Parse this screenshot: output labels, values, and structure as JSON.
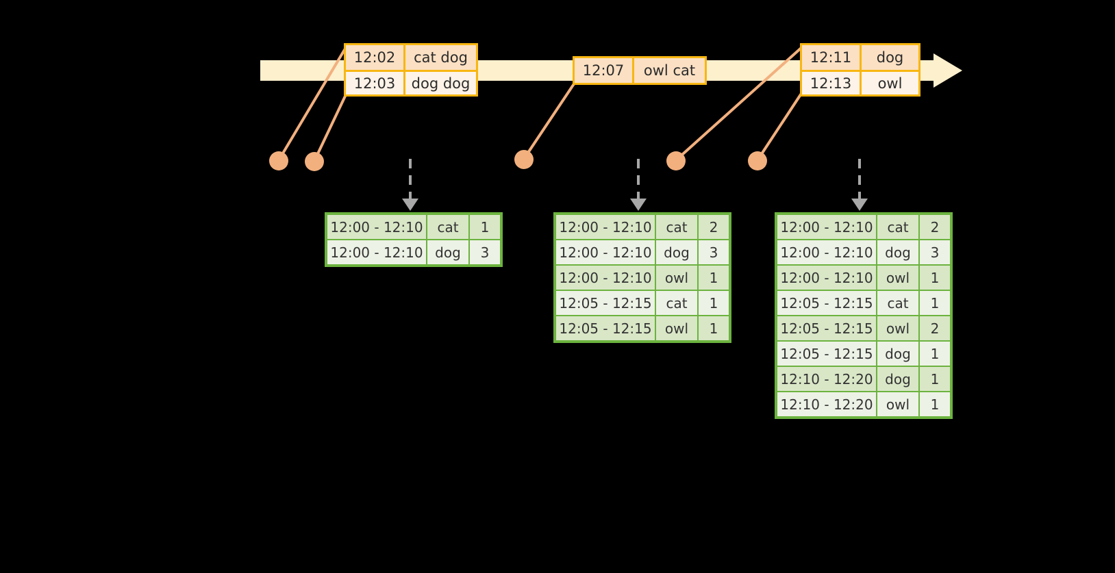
{
  "timeline": {
    "bar_color": "#fdf0cd",
    "border_color": "#f8b611",
    "arrow_name": "time-axis-arrow",
    "events": [
      {
        "id": "event-box-1",
        "rows": [
          {
            "time": "12:02",
            "words": "cat dog"
          },
          {
            "time": "12:03",
            "words": "dog dog"
          }
        ]
      },
      {
        "id": "event-box-2",
        "rows": [
          {
            "time": "12:07",
            "words": "owl cat"
          }
        ]
      },
      {
        "id": "event-box-3",
        "rows": [
          {
            "time": "12:11",
            "words": "dog"
          },
          {
            "time": "12:13",
            "words": "owl"
          }
        ]
      }
    ]
  },
  "dots": {
    "color": "#f2b07e",
    "count": 5,
    "labels": [
      "event-dot-1202",
      "event-dot-1203",
      "event-dot-1207",
      "event-dot-1211",
      "event-dot-1213"
    ]
  },
  "results": {
    "accent_color": "#6cb33f",
    "row_shade_a": "#d9e7c7",
    "row_shade_b": "#edf2e6",
    "tables": [
      {
        "id": "result-table-1",
        "rows": [
          {
            "window": "12:00 - 12:10",
            "word": "cat",
            "count": "1"
          },
          {
            "window": "12:00 - 12:10",
            "word": "dog",
            "count": "3"
          }
        ]
      },
      {
        "id": "result-table-2",
        "rows": [
          {
            "window": "12:00 - 12:10",
            "word": "cat",
            "count": "2"
          },
          {
            "window": "12:00 - 12:10",
            "word": "dog",
            "count": "3"
          },
          {
            "window": "12:00 - 12:10",
            "word": "owl",
            "count": "1"
          },
          {
            "window": "12:05 - 12:15",
            "word": "cat",
            "count": "1"
          },
          {
            "window": "12:05 - 12:15",
            "word": "owl",
            "count": "1"
          }
        ]
      },
      {
        "id": "result-table-3",
        "rows": [
          {
            "window": "12:00 - 12:10",
            "word": "cat",
            "count": "2"
          },
          {
            "window": "12:00 - 12:10",
            "word": "dog",
            "count": "3"
          },
          {
            "window": "12:00 - 12:10",
            "word": "owl",
            "count": "1"
          },
          {
            "window": "12:05 - 12:15",
            "word": "cat",
            "count": "1"
          },
          {
            "window": "12:05 - 12:15",
            "word": "owl",
            "count": "2"
          },
          {
            "window": "12:05 - 12:15",
            "word": "dog",
            "count": "1"
          },
          {
            "window": "12:10 - 12:20",
            "word": "dog",
            "count": "1"
          },
          {
            "window": "12:10 - 12:20",
            "word": "owl",
            "count": "1"
          }
        ]
      }
    ]
  },
  "arrows": {
    "down_arrow_color": "#a8a8a8",
    "names": [
      "emit-arrow-1",
      "emit-arrow-2",
      "emit-arrow-3"
    ]
  }
}
